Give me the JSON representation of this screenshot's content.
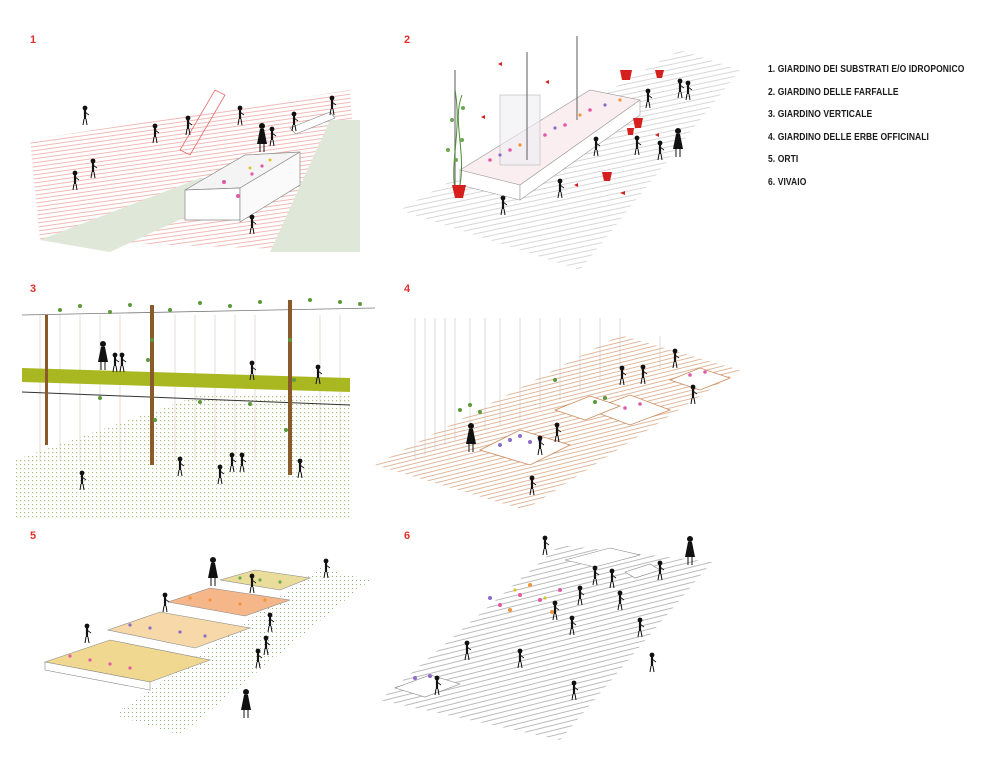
{
  "panels": [
    {
      "number": "1"
    },
    {
      "number": "2"
    },
    {
      "number": "3"
    },
    {
      "number": "4"
    },
    {
      "number": "5"
    },
    {
      "number": "6"
    }
  ],
  "legend": [
    "1. GIARDINO DEI SUBSTRATI E/O IDROPONICO",
    "2. GIARDINO DELLE FARFALLE",
    "3. GIARDINO VERTICALE",
    "4. GIARDINO DELLE ERBE OFFICINALI",
    "5. ORTI",
    "6. VIVAIO"
  ],
  "colors": {
    "accent_red": "#e0302b",
    "pale_green": "#dfe8d8",
    "olive": "#a9b820",
    "terracotta": "#c98a5c",
    "plant_green": "#4f8a3a",
    "violet": "#8a6cc8",
    "pink": "#e05aa6",
    "orange": "#f0943a",
    "sand": "#f0d890"
  }
}
